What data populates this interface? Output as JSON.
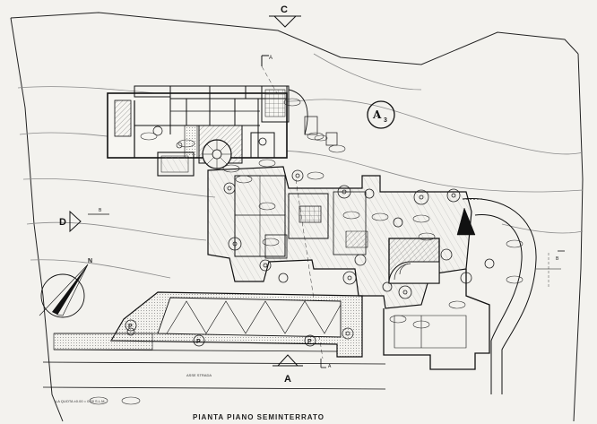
{
  "drawing": {
    "caption": "PIANTA PIANO SEMINTERRATO",
    "sheet_tag_letter": "A",
    "sheet_tag_sub": "3",
    "section_markers": {
      "top": "C",
      "left": "D",
      "bottom": "A",
      "section_arrow_top": "A",
      "section_arrow_bottom": "A",
      "section_left_b": "B",
      "section_right_b": "B"
    },
    "north": "N",
    "street_label": "ASSE STRADA",
    "quota_label": "LA QUOTA ±0.00 = 0.00 S.L.M.",
    "parking": "P",
    "colors": {
      "ink": "#1e1e1e",
      "hatch": "#555555",
      "paper": "#f3f2ee",
      "contour": "#8a8a8a"
    }
  }
}
